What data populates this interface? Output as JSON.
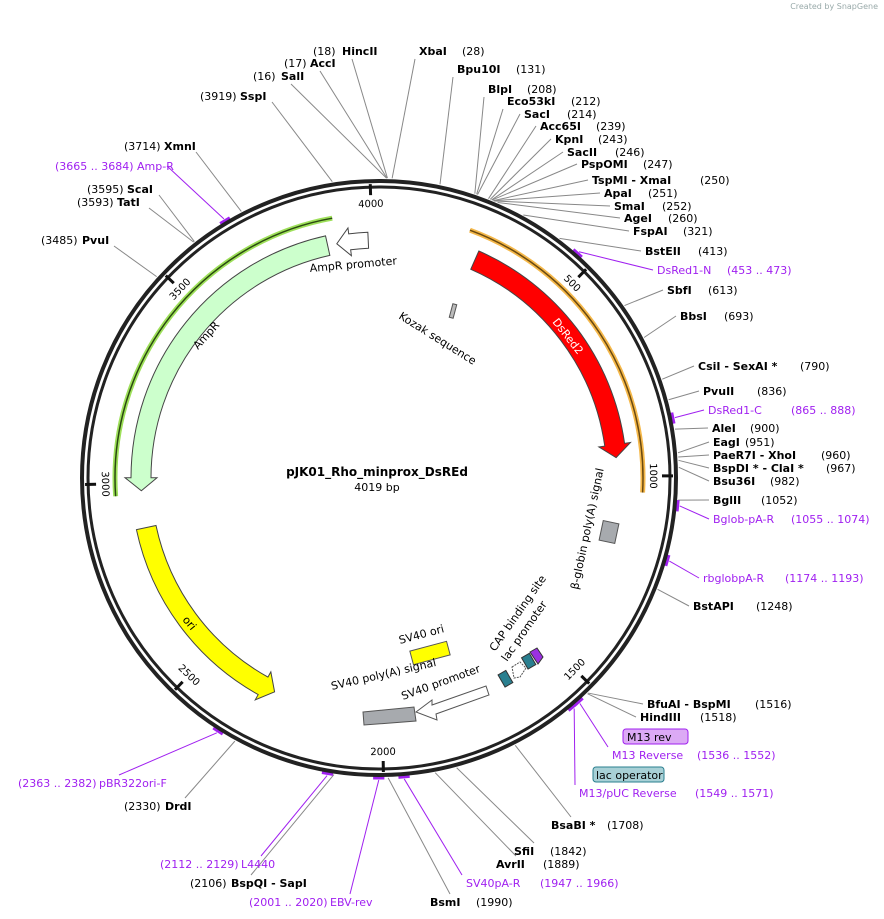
{
  "credit": "Created by SnapGene",
  "plasmid": {
    "name": "pJK01_Rho_minprox_DsREd",
    "length_label": "4019 bp",
    "length": 4019
  },
  "ticks": [
    "4000",
    "500",
    "1000",
    "1500",
    "2000",
    "2500",
    "3000",
    "3500"
  ],
  "enzymes": [
    {
      "name": "HincII",
      "site": "(18)",
      "pos": 18
    },
    {
      "name": "AccI",
      "site": "(17)",
      "pos": 17
    },
    {
      "name": "SalI",
      "site": "(16)",
      "pos": 16
    },
    {
      "name": "SspI",
      "site": "(3919)",
      "pos": 3919
    },
    {
      "name": "XbaI",
      "site": "(28)",
      "pos": 28
    },
    {
      "name": "Bpu10I",
      "site": "(131)",
      "pos": 131
    },
    {
      "name": "BlpI",
      "site": "(208)",
      "pos": 208
    },
    {
      "name": "Eco53kI",
      "site": "(212)",
      "pos": 212
    },
    {
      "name": "SacI",
      "site": "(214)",
      "pos": 214
    },
    {
      "name": "Acc65I",
      "site": "(239)",
      "pos": 239
    },
    {
      "name": "KpnI",
      "site": "(243)",
      "pos": 243
    },
    {
      "name": "SacII",
      "site": "(246)",
      "pos": 246
    },
    {
      "name": "PspOMI",
      "site": "(247)",
      "pos": 247
    },
    {
      "name": "TspMI   - XmaI",
      "site": "(250)",
      "pos": 250
    },
    {
      "name": "ApaI",
      "site": "(251)",
      "pos": 251
    },
    {
      "name": "SmaI",
      "site": "(252)",
      "pos": 252
    },
    {
      "name": "AgeI",
      "site": "(260)",
      "pos": 260
    },
    {
      "name": "FspAI",
      "site": "(321)",
      "pos": 321
    },
    {
      "name": "BstEII",
      "site": "(413)",
      "pos": 413
    },
    {
      "name": "SbfI",
      "site": "(613)",
      "pos": 613
    },
    {
      "name": "BbsI",
      "site": "(693)",
      "pos": 693
    },
    {
      "name": "CsiI   - SexAI *",
      "site": "(790)",
      "pos": 790
    },
    {
      "name": "PvuII",
      "site": "(836)",
      "pos": 836
    },
    {
      "name": "AleI",
      "site": "(900)",
      "pos": 900
    },
    {
      "name": "EagI",
      "site": "(951)",
      "pos": 951
    },
    {
      "name": "PaeR7I   - XhoI",
      "site": "(960)",
      "pos": 960
    },
    {
      "name": "BspDI *  - ClaI *",
      "site": "(967)",
      "pos": 967
    },
    {
      "name": "Bsu36I",
      "site": "(982)",
      "pos": 982
    },
    {
      "name": "BglII",
      "site": "(1052)",
      "pos": 1052
    },
    {
      "name": "BstAPI",
      "site": "(1248)",
      "pos": 1248
    },
    {
      "name": "BfuAI   - BspMI",
      "site": "(1516)",
      "pos": 1516
    },
    {
      "name": "HindIII",
      "site": "(1518)",
      "pos": 1518
    },
    {
      "name": "BsaBI *",
      "site": "(1708)",
      "pos": 1708
    },
    {
      "name": "SfiI",
      "site": "(1842)",
      "pos": 1842
    },
    {
      "name": "AvrII",
      "site": "(1889)",
      "pos": 1889
    },
    {
      "name": "BsmI",
      "site": "(1990)",
      "pos": 1990
    },
    {
      "name": "BspQI   - SapI",
      "site": "(2106)",
      "pos": 2106
    },
    {
      "name": "DrdI",
      "site": "(2330)",
      "pos": 2330
    },
    {
      "name": "PvuI",
      "site": "(3485)",
      "pos": 3485
    },
    {
      "name": "TatI",
      "site": "(3593)",
      "pos": 3593
    },
    {
      "name": "ScaI",
      "site": "(3595)",
      "pos": 3595
    },
    {
      "name": "XmnI",
      "site": "(3714)",
      "pos": 3714
    }
  ],
  "primers": [
    {
      "name": "DsRed1-N",
      "range": "(453 .. 473)",
      "pos": 463
    },
    {
      "name": "DsRed1-C",
      "range": "(865 .. 888)",
      "pos": 876
    },
    {
      "name": "Bglob-pA-R",
      "range": "(1055 .. 1074)",
      "pos": 1064
    },
    {
      "name": "rbglobpA-R",
      "range": "(1174 .. 1193)",
      "pos": 1183
    },
    {
      "name": "M13 Reverse",
      "range": "(1536 .. 1552)",
      "pos": 1544
    },
    {
      "name": "M13/pUC Reverse",
      "range": "(1549 .. 1571)",
      "pos": 1560
    },
    {
      "name": "SV40pA-R",
      "range": "(1947 .. 1966)",
      "pos": 1956
    },
    {
      "name": "EBV-rev",
      "range": "(2001 .. 2020)",
      "pos": 2010
    },
    {
      "name": "L4440",
      "range": "(2112 .. 2129)",
      "pos": 2120
    },
    {
      "name": "pBR322ori-F",
      "range": "(2363 .. 2382)",
      "pos": 2372
    },
    {
      "name": "Amp-R",
      "range": "(3665 .. 3684)",
      "pos": 3674
    }
  ],
  "boxed_features": {
    "m13_rev": "M13 rev",
    "lac_operator": "lac operator"
  },
  "features": {
    "dsred2": "DsRed2",
    "ampr": "AmpR",
    "ampr_promoter": "AmpR promoter",
    "ori": "ori",
    "kozak": "Kozak sequence",
    "bglobin": "β-globin poly(A) signal",
    "sv40_ori": "SV40 ori",
    "sv40_polya": "SV40 poly(A) signal",
    "sv40_promoter": "SV40 promoter",
    "cap": "CAP binding site",
    "lac_promoter": "lac promoter"
  },
  "colors": {
    "dsred2": "#ff0000",
    "ampr": "#ccffcc",
    "ori": "#ffff00",
    "primer": "#a020f0",
    "orf_dsred": "#f5b84a",
    "orf_ampr": "#9ee05a",
    "lac": "#2a7f8f"
  }
}
